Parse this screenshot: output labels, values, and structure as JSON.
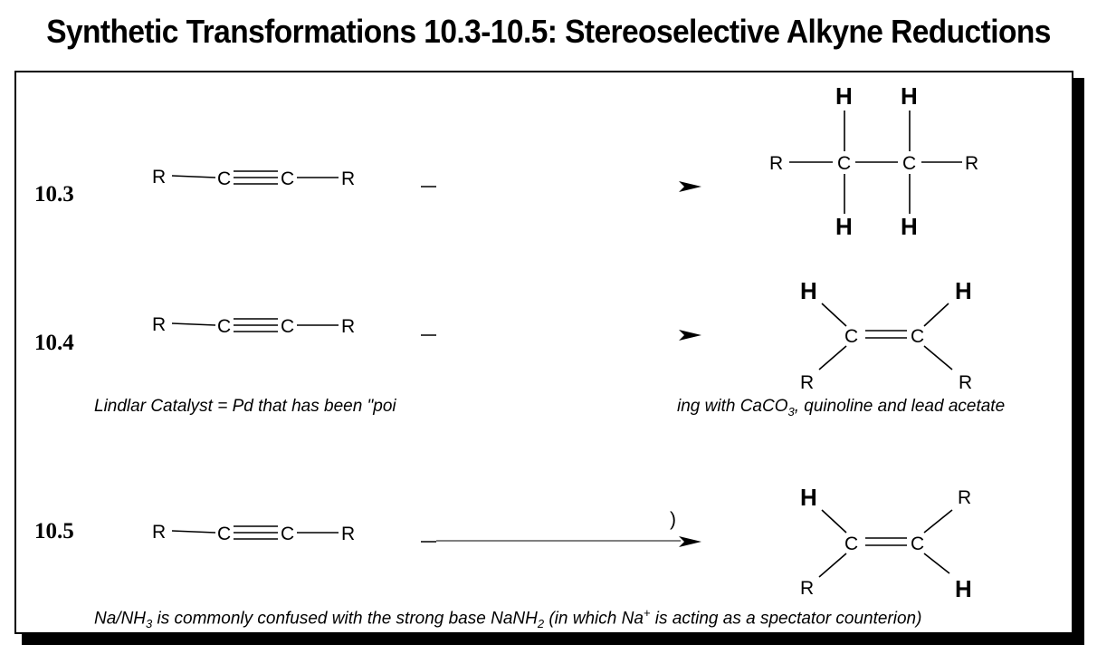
{
  "title": "Synthetic Transformations 10.3-10.5: Stereoselective Alkyne Reductions",
  "reactions": [
    {
      "number": "10.3",
      "reactant": {
        "left": "R",
        "c1": "C",
        "c2": "C",
        "right": "R"
      },
      "product": {
        "r_left": "R",
        "c1": "C",
        "c2": "C",
        "r_right": "R",
        "h1": "H",
        "h2": "H",
        "h3": "H",
        "h4": "H"
      }
    },
    {
      "number": "10.4",
      "reactant": {
        "left": "R",
        "c1": "C",
        "c2": "C",
        "right": "R"
      },
      "product": {
        "h_left": "H",
        "h_right": "H",
        "c1": "C",
        "c2": "C",
        "r_left": "R",
        "r_right": "R"
      }
    },
    {
      "number": "10.5",
      "reactant": {
        "left": "R",
        "c1": "C",
        "c2": "C",
        "right": "R"
      },
      "product": {
        "h_top": "H",
        "r_top": "R",
        "c1": "C",
        "c2": "C",
        "r_bottom": "R",
        "h_bottom": "H"
      }
    }
  ],
  "notes": {
    "lindlar_a": "Lindlar Catalyst = Pd that has been \"poi",
    "lindlar_b1": "ing with CaCO",
    "lindlar_b_sub": "3",
    "lindlar_b2": ", quinoline and lead acetate",
    "naNH3_1": "Na/NH",
    "naNH3_sub1": "3",
    "naNH3_2": " is commonly confused with the strong base NaNH",
    "naNH3_sub2": "2",
    "naNH3_3": " (in which Na",
    "naNH3_sup": "+",
    "naNH3_4": " is acting as a spectator counterion)"
  },
  "fragments": {
    "paren": ")"
  }
}
